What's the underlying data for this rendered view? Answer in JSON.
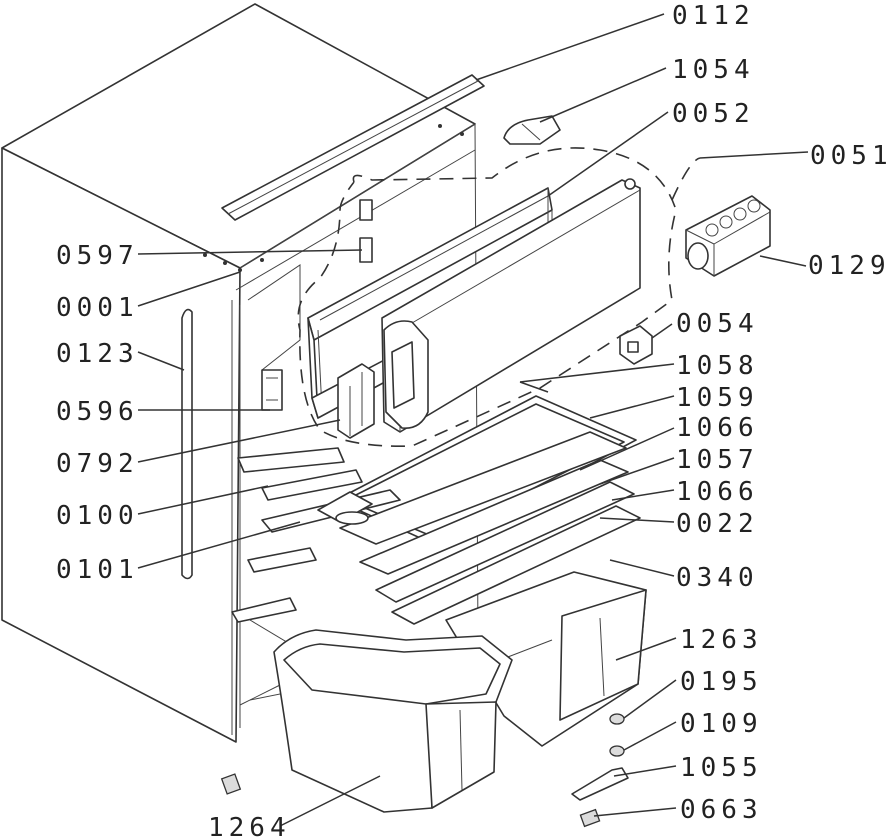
{
  "labels": {
    "l0112": "0112",
    "l1054": "1054",
    "l0052": "0052",
    "l0051": "0051",
    "l0129": "0129",
    "l0597": "0597",
    "l0001": "0001",
    "l0123": "0123",
    "l0054": "0054",
    "l1058": "1058",
    "l1059": "1059",
    "l0596": "0596",
    "l1066a": "1066",
    "l1057": "1057",
    "l0792": "0792",
    "l1066b": "1066",
    "l0100": "0100",
    "l0022": "0022",
    "l0101": "0101",
    "l0340": "0340",
    "l1263": "1263",
    "l0195": "0195",
    "l0109": "0109",
    "l1055": "1055",
    "l0663": "0663",
    "l1264": "1264"
  }
}
